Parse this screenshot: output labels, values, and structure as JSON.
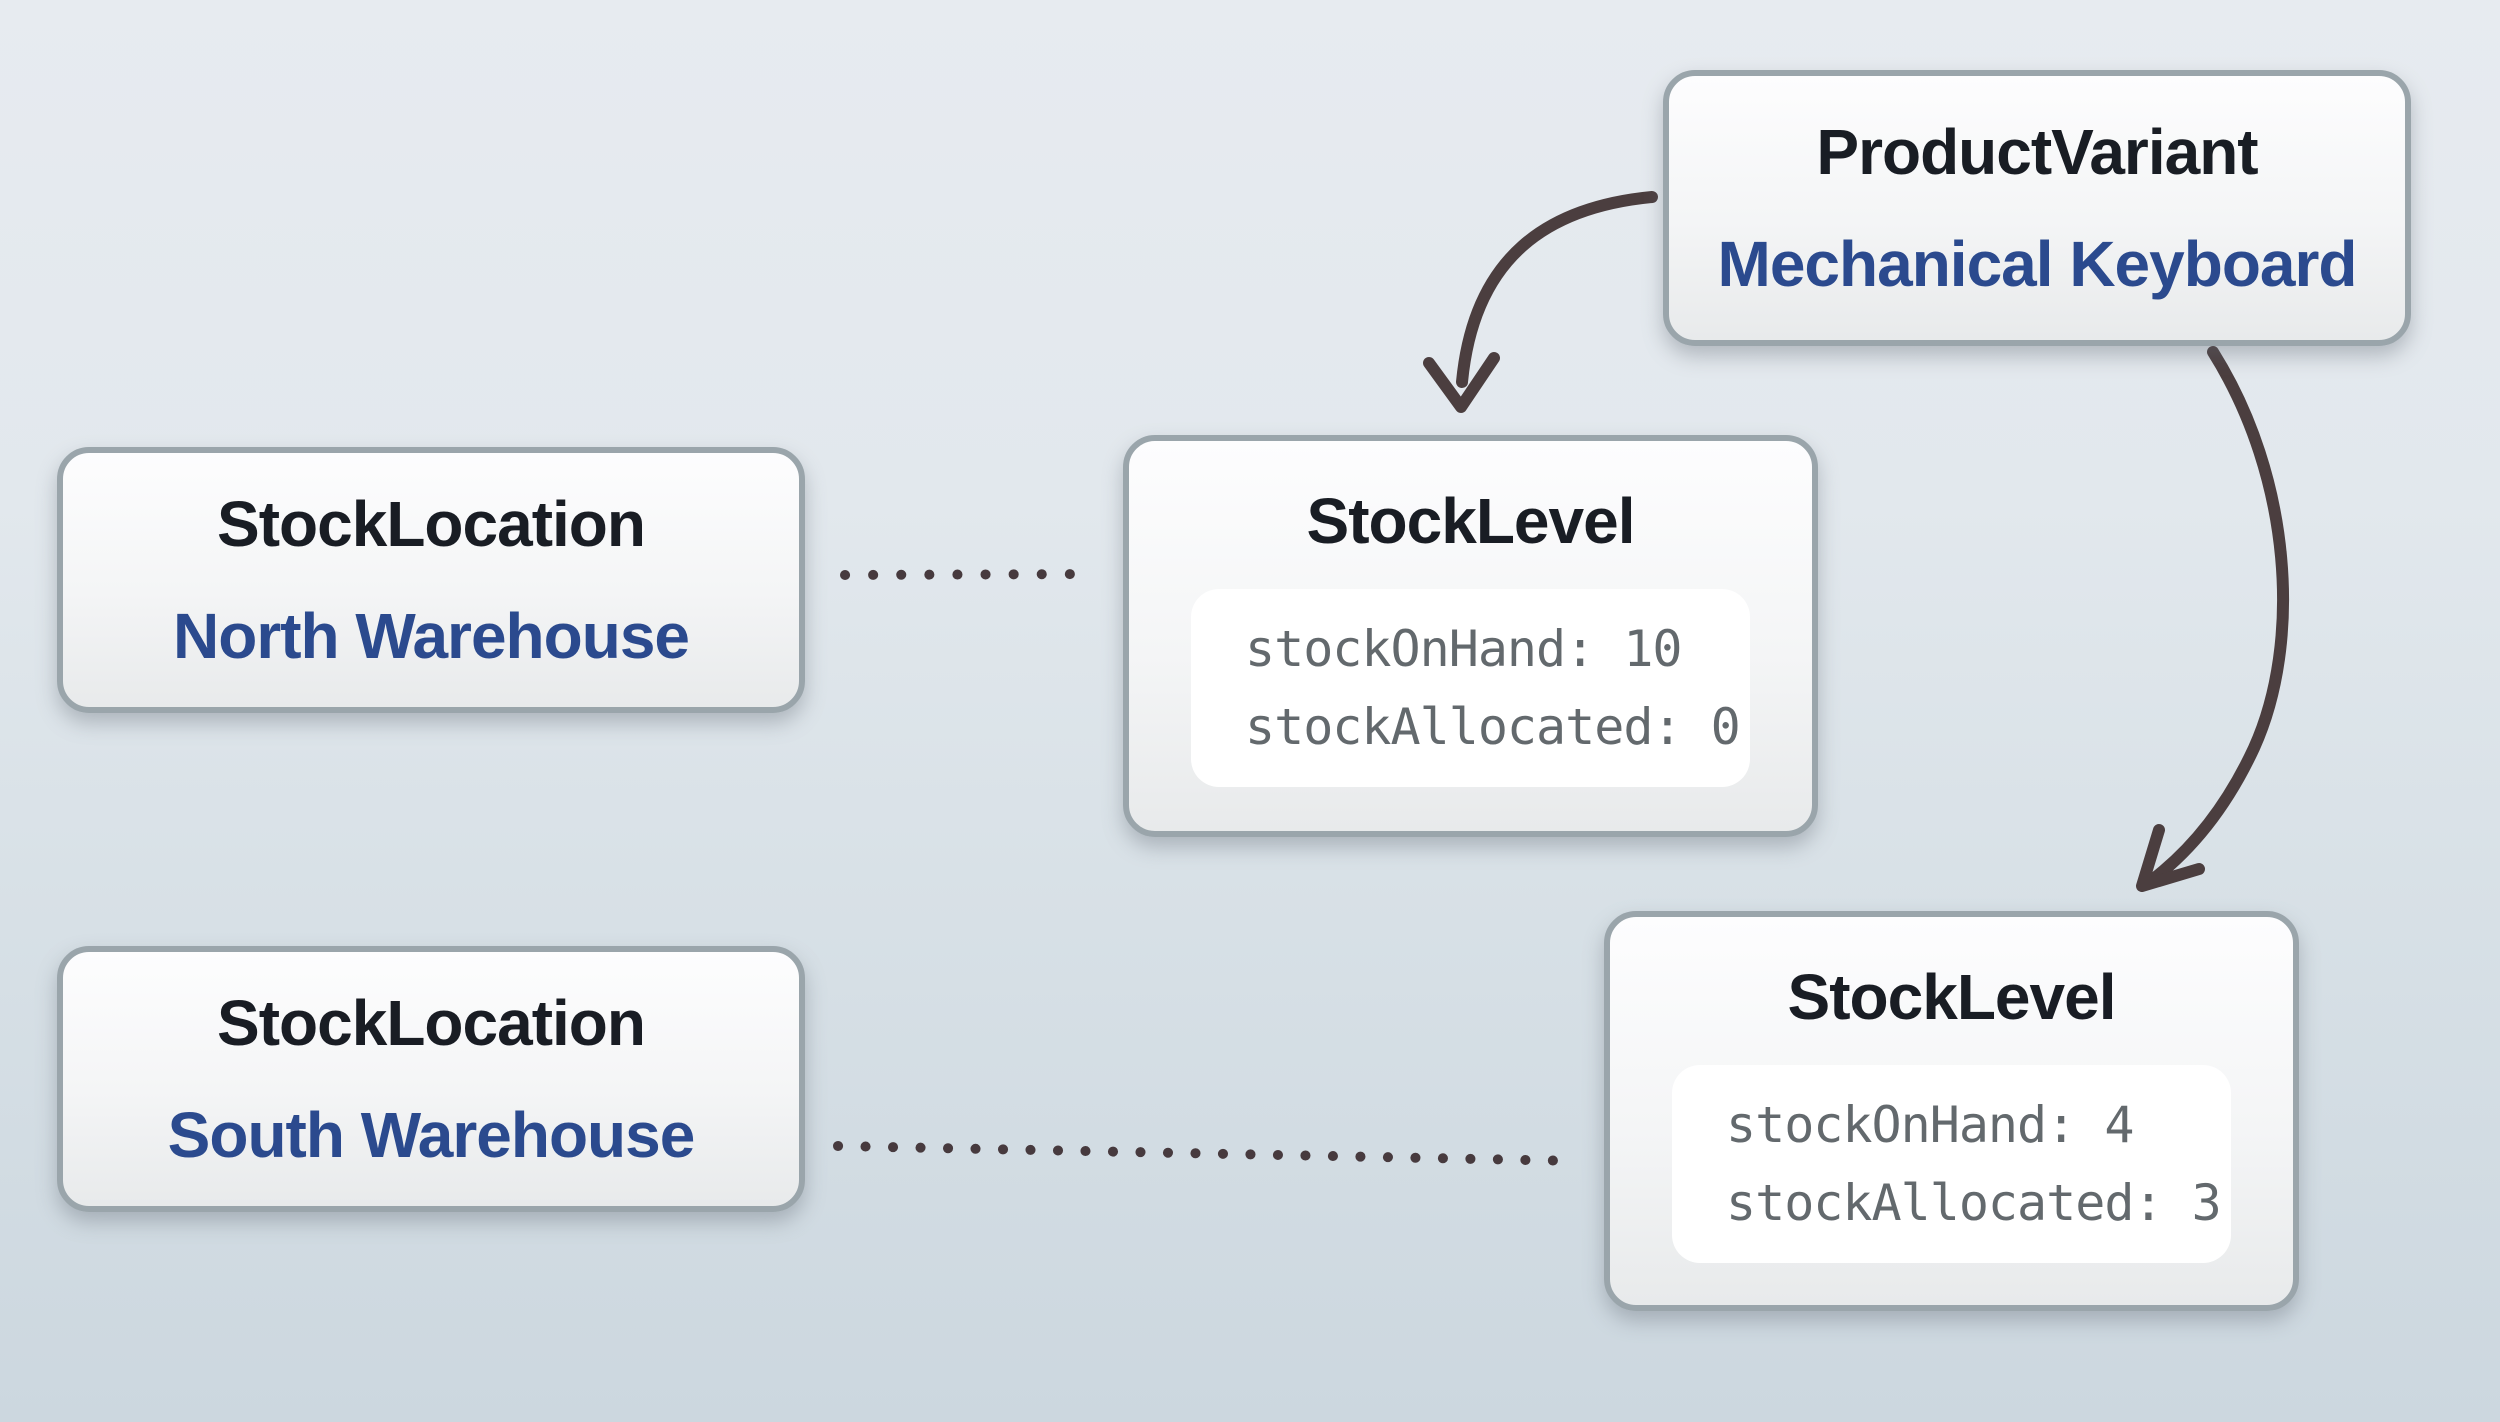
{
  "diagram": {
    "product_variant": {
      "title": "ProductVariant",
      "subtitle": "Mechanical Keyboard"
    },
    "stock_location_north": {
      "title": "StockLocation",
      "subtitle": "North Warehouse"
    },
    "stock_location_south": {
      "title": "StockLocation",
      "subtitle": "South Warehouse"
    },
    "stock_level_north": {
      "title": "StockLevel",
      "lines": [
        "stockOnHand: 10",
        "stockAllocated: 0"
      ]
    },
    "stock_level_south": {
      "title": "StockLevel",
      "lines": [
        "stockOnHand: 4",
        "stockAllocated: 3"
      ]
    },
    "edges": [
      {
        "from": "ProductVariant",
        "to": "StockLevel (North Warehouse)",
        "style": "curved-arrow"
      },
      {
        "from": "ProductVariant",
        "to": "StockLevel (South Warehouse)",
        "style": "curved-arrow"
      },
      {
        "from": "StockLocation North Warehouse",
        "to": "StockLevel (North Warehouse)",
        "style": "dotted-line"
      },
      {
        "from": "StockLocation South Warehouse",
        "to": "StockLevel (South Warehouse)",
        "style": "dotted-line"
      }
    ],
    "colors": {
      "background_top": "#e7ebf0",
      "background_bottom": "#ccd7df",
      "card_border": "#9aa5ab",
      "card_fill_top": "#fdfdfe",
      "card_fill_bottom": "#e8eaeb",
      "title_text": "#191d24",
      "subtitle_blue": "#2b4a8e",
      "mono_text": "#63696d",
      "arrow_stroke": "#4b3e3f",
      "dot_stroke": "#473a3e",
      "inner_box_fill": "#ffffff"
    }
  }
}
